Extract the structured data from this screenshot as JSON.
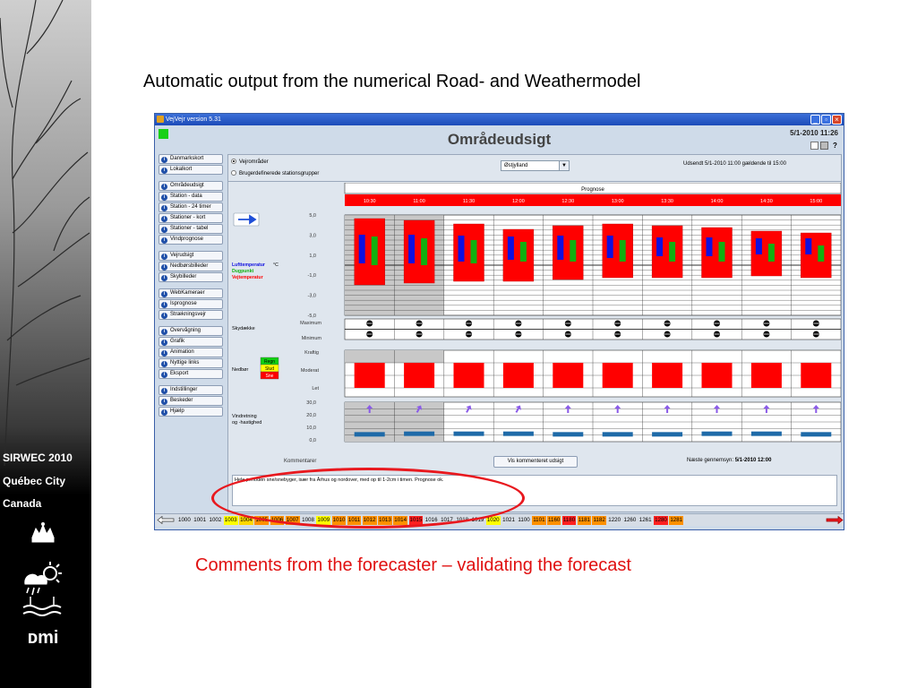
{
  "slide": {
    "title": "Automatic output from the numerical Road- and Weathermodel",
    "caption": "Comments from the forecaster – validating the forecast",
    "side": {
      "line1": "SIRWEC 2010",
      "line2": "Québec City",
      "line3": "Canada",
      "logo_text": "DMI"
    }
  },
  "window": {
    "title": "VejVejr version 5.31",
    "page_title": "Områdeudsigt",
    "datetime": "5/1-2010 11:26",
    "icons": [
      "doc-icon",
      "print-icon",
      "help-icon"
    ],
    "help_glyph": "?"
  },
  "sidebar": {
    "groups": [
      [
        "Danmarkskort",
        "Lokalkort"
      ],
      [
        "Områdeudsigt",
        "Station - data",
        "Station - 24 timer",
        "Stationer - kort",
        "Stationer - tabel",
        "Vindprognose"
      ],
      [
        "Vejrudsigt",
        "Nedbørsbilleder",
        "Skybilleder"
      ],
      [
        "WebKameraer",
        "Isprognose",
        "Strækningsvejr"
      ],
      [
        "Overvågning",
        "Grafik",
        "Animation",
        "Nyttige links",
        "Eksport"
      ],
      [
        "Indstillinger",
        "Beskeder",
        "Hjælp"
      ]
    ]
  },
  "topbar": {
    "radio1": "Vejrområder",
    "radio2": "Brugerdefinerede stationsgrupper",
    "region": "Østjylland",
    "sent": "Udsendt 5/1-2010 11:00 gældende til 15:00"
  },
  "forecast": {
    "header": "Prognose",
    "times": [
      "10:30",
      "11:00",
      "11:30",
      "12:00",
      "12:30",
      "13:00",
      "13:30",
      "14:00",
      "14:30",
      "15:00"
    ],
    "temp_axis": [
      "5,0",
      "3,0",
      "1,0",
      "-1,0",
      "-3,0",
      "-5,0"
    ],
    "legend_temp": {
      "air": "Lufttemperatur",
      "unit": "°C",
      "dew": "Dugpunkt",
      "road": "Vejtemperatur"
    },
    "cloud_label": "Skydække",
    "cloud_axis": [
      "Maximum",
      "Minimum"
    ],
    "precip_label": "Nedbør",
    "precip_axis": [
      "Kraftig",
      "Moderat",
      "Let"
    ],
    "precip_types": [
      "Regn",
      "Slud",
      "Sne"
    ],
    "wind_label_1": "Vindretning",
    "wind_label_2": "og -hastighed",
    "wind_axis": [
      "30,0",
      "20,0",
      "10,0",
      "0,0"
    ],
    "colors": {
      "air": "#1010e0",
      "dew": "#10b010",
      "road": "#ff0000"
    }
  },
  "comments": {
    "label": "Kommentarer",
    "button": "Vis kommenteret udsigt",
    "next_run_label": "Næste gennemsyn:",
    "next_run_value": "5/1-2010 12:00",
    "text": "Hele perioden sne/snebyger, især fra Århus og nordover, med op til 1-2cm i timen. Prognose ok."
  },
  "stations": [
    "1000",
    "1001",
    "1002",
    "1003",
    "1004",
    "1005",
    "1006",
    "1007",
    "1008",
    "1009",
    "1010",
    "1011",
    "1012",
    "1013",
    "1014",
    "1015",
    "1016",
    "1017",
    "1018",
    "1019",
    "1020",
    "1021",
    "1100",
    "1101",
    "1160",
    "1180",
    "1181",
    "1182",
    "1220",
    "1260",
    "1261",
    "1280",
    "1281"
  ],
  "station_colors": {
    "1003": "#ffff00",
    "1004": "#ffd800",
    "1005": "#ff9000",
    "1006": "#ff9000",
    "1007": "#ff9000",
    "1009": "#ffff00",
    "1010": "#ff9000",
    "1011": "#ff9000",
    "1012": "#ff9000",
    "1013": "#ff9000",
    "1014": "#ff9000",
    "1015": "#ff2020",
    "1020": "#ffff00",
    "1101": "#ff9000",
    "1160": "#ff9000",
    "1180": "#ff2020",
    "1181": "#ff9000",
    "1182": "#ff9000",
    "1280": "#ff2020",
    "1281": "#ff9000"
  }
}
